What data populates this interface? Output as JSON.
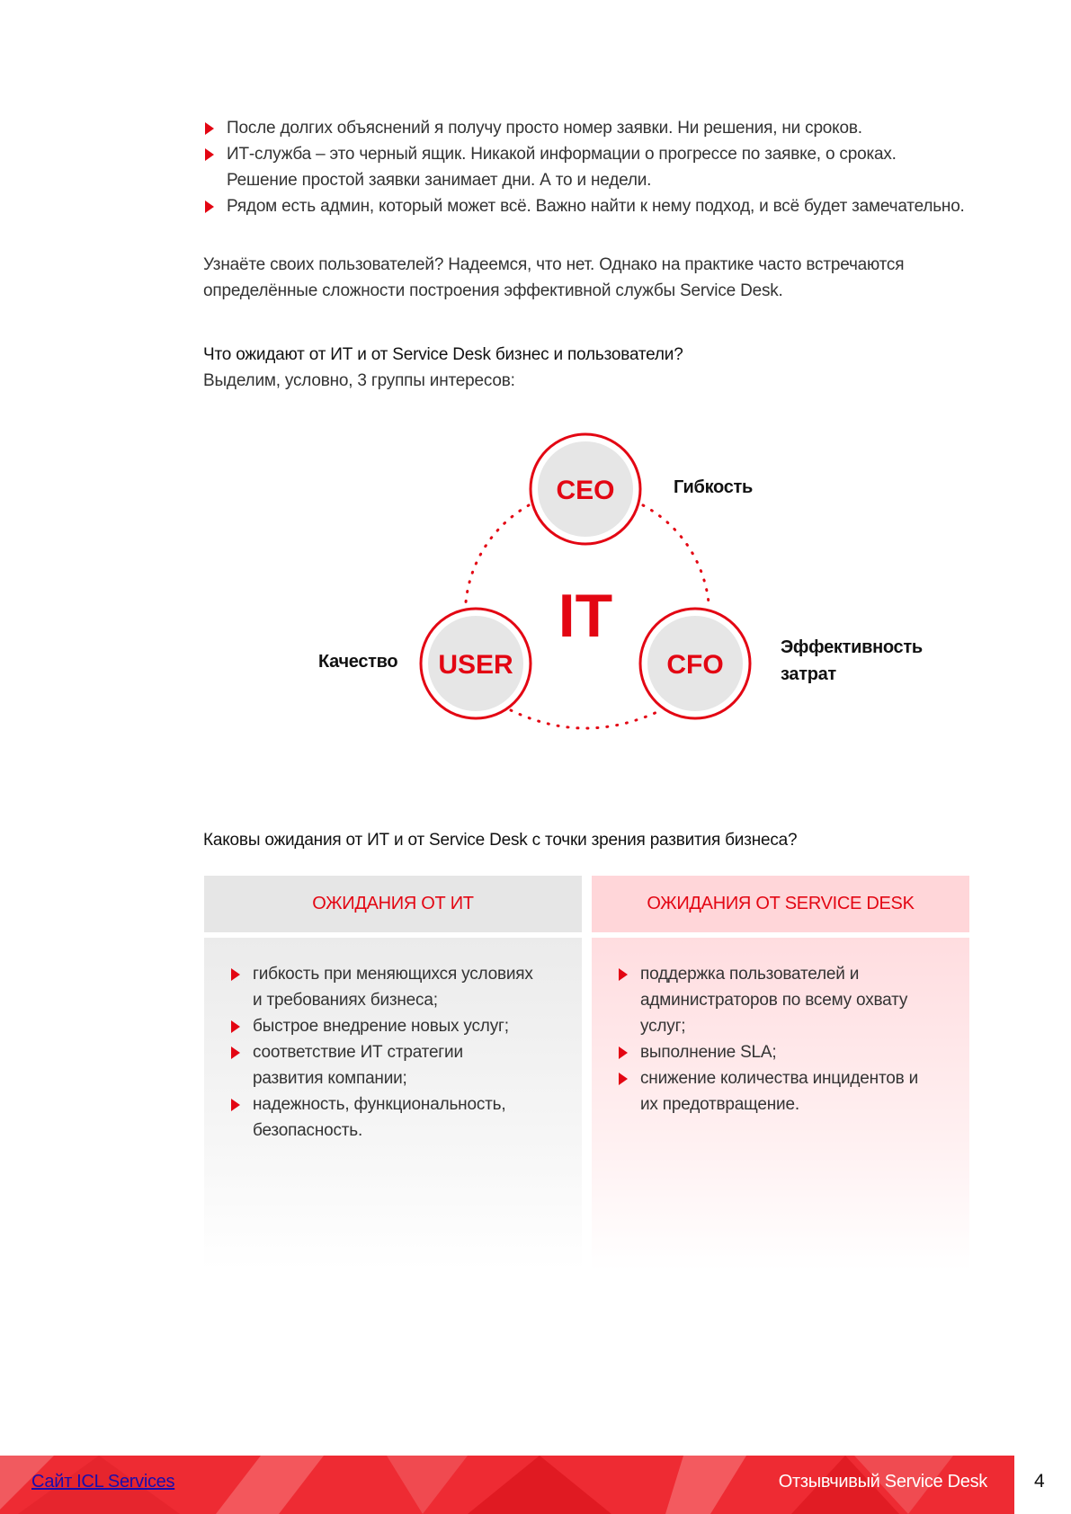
{
  "intro_bullets": [
    "После долгих объяснений я получу просто номер заявки. Ни решения, ни сроков.",
    "ИТ-служба – это черный ящик. Никакой информации о прогрессе по заявке, о сроках. Решение простой заявки занимает дни. А то и недели.",
    "Рядом есть админ, который может всё. Важно найти к нему подход, и всё будет замечательно."
  ],
  "intro_paragraph": "Узнаёте своих пользователей? Надеемся, что нет. Однако на практике часто встречаются определённые сложности построения эффективной службы Service Desk.",
  "question_heading": "Что ожидают от ИТ и от Service Desk бизнес и пользователи?",
  "question_sub": "Выделим, условно, 3 группы интересов:",
  "diagram": {
    "center": "IT",
    "nodes": {
      "ceo": "CEO",
      "user": "USER",
      "cfo": "CFO"
    },
    "labels": {
      "ceo": "Гибкость",
      "user": "Качество",
      "cfo_line1": "Эффективность",
      "cfo_line2": "затрат"
    },
    "accent": "#e30613",
    "node_fill": "#e6e6e6"
  },
  "expectations_heading": "Каковы ожидания от ИТ и от Service Desk с точки зрения развития бизнеса?",
  "table": {
    "it": {
      "title": "ОЖИДАНИЯ ОТ ИТ",
      "items": [
        "гибкость при меняющихся условиях и требованиях бизнеса;",
        "быстрое внедрение новых услуг;",
        "соответствие ИТ стратегии развития компании;",
        "надежность, функциональность, безопасность."
      ]
    },
    "sd": {
      "title": "ОЖИДАНИЯ ОТ SERVICE DESK",
      "items": [
        "поддержка пользователей и администраторов по всему охвату услуг;",
        "выполнение SLA;",
        "снижение количества инцидентов и их предотвращение."
      ]
    }
  },
  "footer": {
    "link": "Сайт ICL Services",
    "title": "Отзывчивый Service Desk",
    "page": "4"
  }
}
